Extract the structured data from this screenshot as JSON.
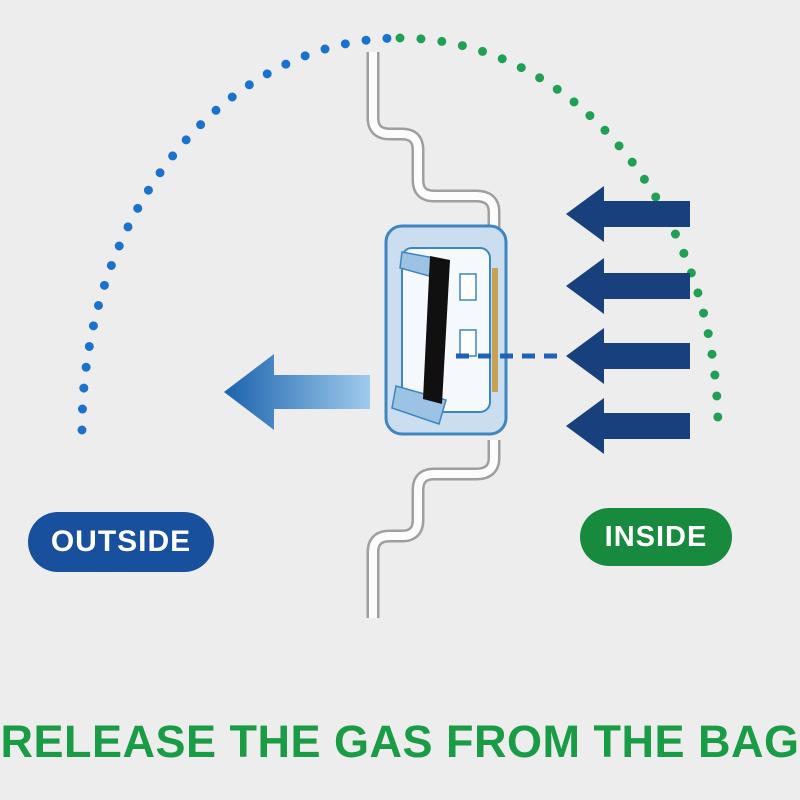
{
  "diagram": {
    "title": "RELEASE THE GAS FROM THE BAG",
    "labels": {
      "outside": "OUTSIDE",
      "inside": "INSIDE"
    },
    "arrows": {
      "inside_count": 4,
      "outside_count": 1,
      "direction": "left"
    },
    "elements": {
      "dotted_arc": "semicircle, blue on outside half, green on inside half",
      "valve": "one-way degassing valve cross-section with black membrane",
      "dashed_line": "gas flow path from inside through valve"
    }
  },
  "colors": {
    "bg": "#ededed",
    "arc-blue": "#1b72cc",
    "arc-green": "#1fa055",
    "inside-arrow": "#17407c",
    "outside-pill": "#18509d",
    "inside-pill": "#178a3e",
    "title-color": "#1a9b46",
    "outside-arrow-light": "#9fcbec",
    "outside-arrow-dark": "#1b62ad",
    "valve-body": "#cadeef",
    "valve-outline": "#3e86c2",
    "membrane": "#101010",
    "seal": "#c8a254"
  }
}
